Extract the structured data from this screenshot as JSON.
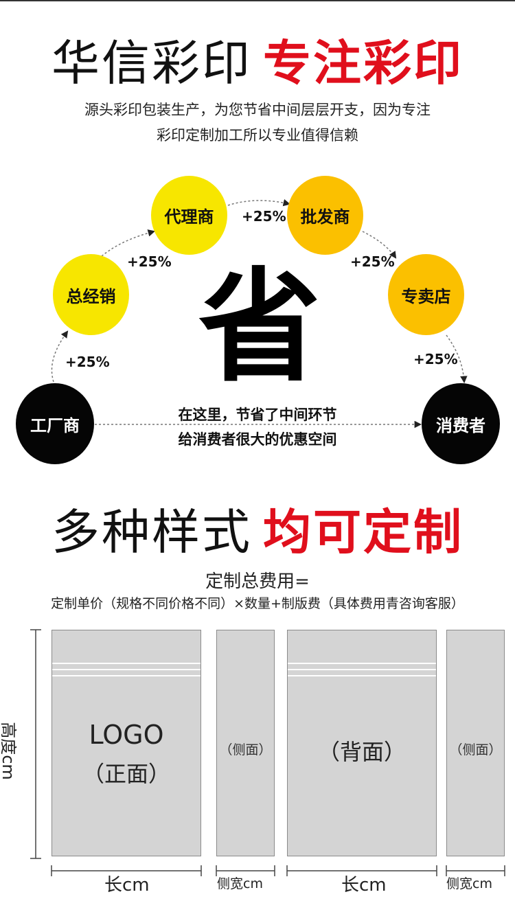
{
  "header": {
    "title_thin": "华信彩印",
    "title_bold": "专注彩印",
    "sub_line1": "源头彩印包装生产，为您节省中间层层开支，因为专注",
    "sub_line2": "彩印定制加工所以专业值得信赖"
  },
  "flow": {
    "factory": "工厂商",
    "distributor": "总经销",
    "agent": "代理商",
    "wholesaler": "批发商",
    "store": "专卖店",
    "consumer": "消费者",
    "markup": "+25%",
    "save_char": "省",
    "save_line1": "在这里，节省了中间环节",
    "save_line2": "给消费者很大的优惠空间",
    "colors": {
      "yellow": "#f7e600",
      "orange": "#fbc000",
      "black": "#050505"
    }
  },
  "custom": {
    "title_thin": "多种样式",
    "title_bold": "均可定制",
    "formula_line1": "定制总费用=",
    "formula_line2": "定制单价（规格不同价格不同）×数量+制版费（具体费用青咨询客服）"
  },
  "bag": {
    "front_logo": "LOGO",
    "front_label": "（正面）",
    "side_label": "（侧面）",
    "back_label": "（背面）",
    "height_label": "高度cm",
    "length_label": "长cm",
    "side_width_label": "侧宽cm"
  }
}
